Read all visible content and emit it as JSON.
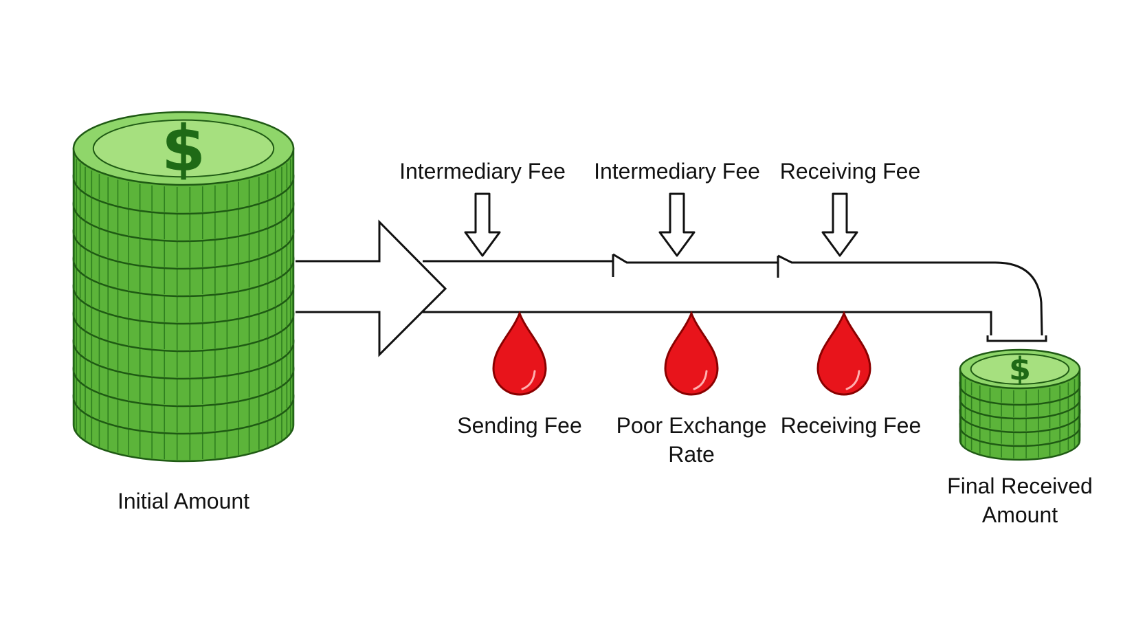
{
  "colors": {
    "coin_light": "#8fd66a",
    "coin_mid": "#5cb43a",
    "coin_dark": "#2f7f1f",
    "coin_outline": "#1f5a14",
    "dollar": "#1f6a16",
    "drop": "#e8141b",
    "drop_outline": "#8a0000",
    "pipe": "#111111",
    "background": "#ffffff"
  },
  "icons": {
    "coin_symbol": "$",
    "flow_arrow": "arrow-right-icon",
    "fee_arrow": "arrow-down-icon",
    "leak": "drop-icon"
  },
  "source": {
    "label": "Initial Amount"
  },
  "destination": {
    "label_line1": "Final Received",
    "label_line2": "Amount"
  },
  "top_fees": [
    {
      "label": "Intermediary Fee"
    },
    {
      "label": "Intermediary Fee"
    },
    {
      "label": "Receiving Fee"
    }
  ],
  "leaks": [
    {
      "label_line1": "Sending Fee",
      "label_line2": ""
    },
    {
      "label_line1": "Poor Exchange",
      "label_line2": "Rate"
    },
    {
      "label_line1": "Receiving Fee",
      "label_line2": ""
    }
  ]
}
